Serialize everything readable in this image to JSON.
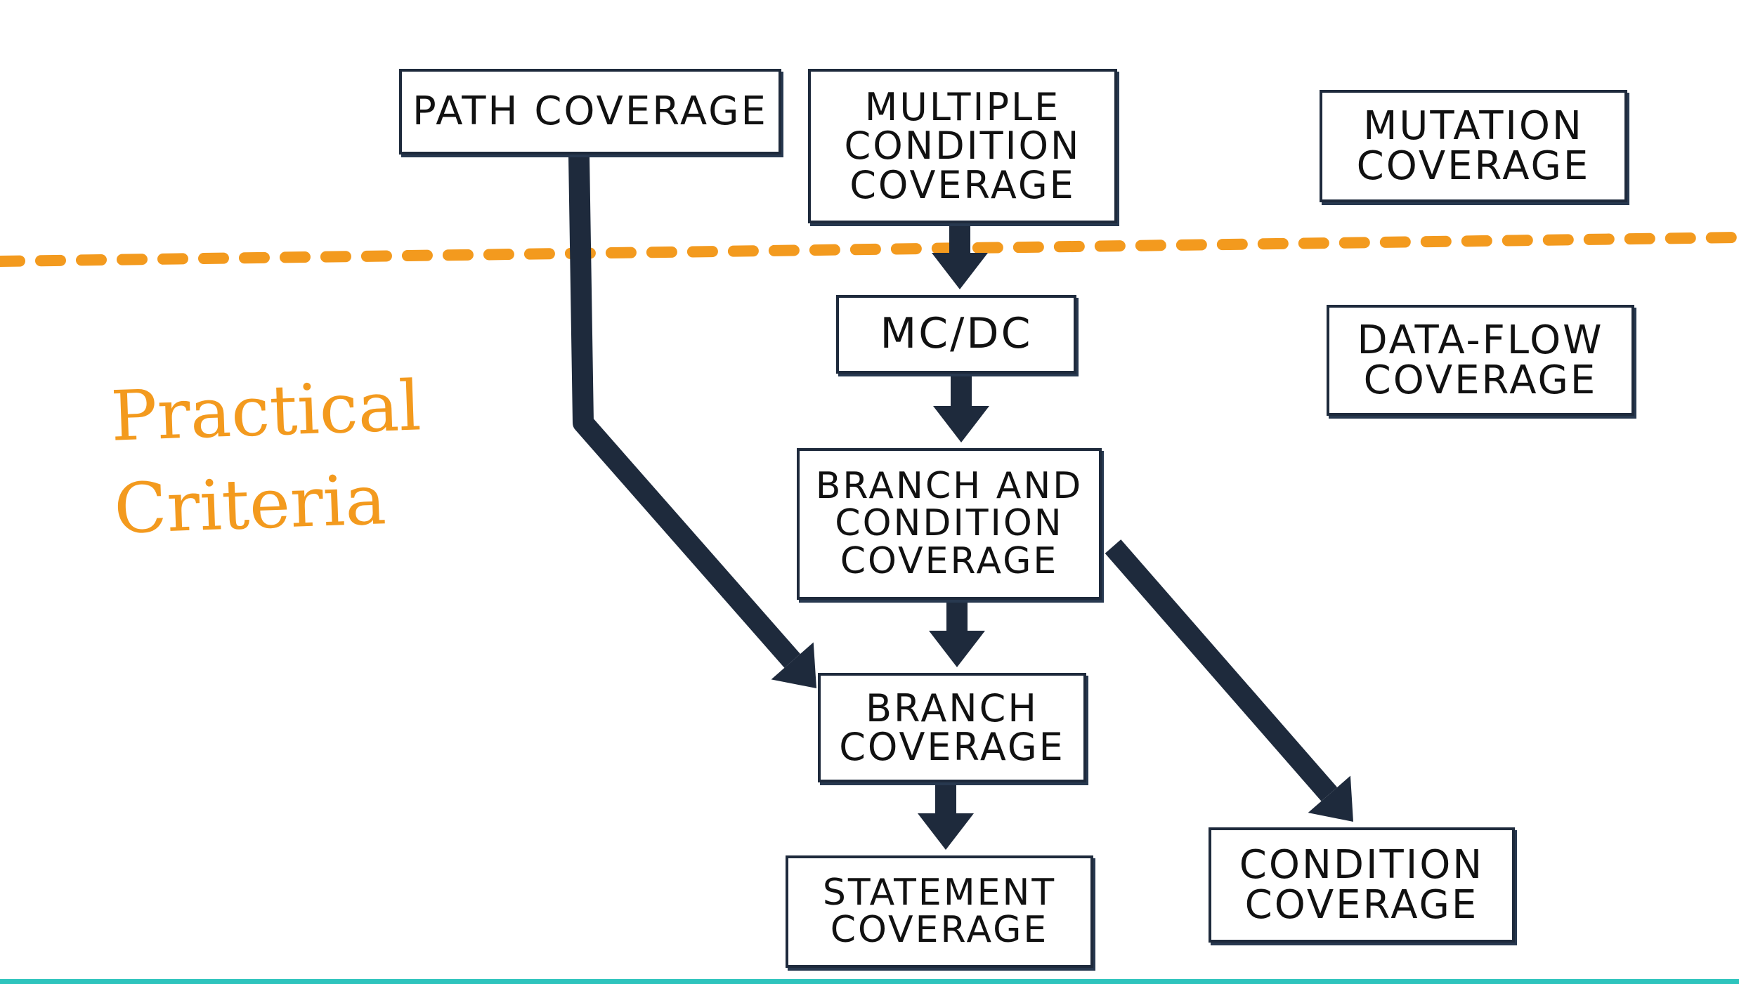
{
  "diagram": {
    "nodes": [
      {
        "id": "path",
        "label": "PATH COVERAGE"
      },
      {
        "id": "mcc",
        "label": "MULTIPLE\nCONDITION\nCOVERAGE"
      },
      {
        "id": "mutation",
        "label": "MUTATION\nCOVERAGE"
      },
      {
        "id": "mcdc",
        "label": "MC/DC"
      },
      {
        "id": "dataflow",
        "label": "DATA-FLOW\nCOVERAGE"
      },
      {
        "id": "bcc",
        "label": "BRANCH AND\nCONDITION\nCOVERAGE"
      },
      {
        "id": "branch",
        "label": "BRANCH\nCOVERAGE"
      },
      {
        "id": "statement",
        "label": "STATEMENT\nCOVERAGE"
      },
      {
        "id": "condition",
        "label": "CONDITION\nCOVERAGE"
      }
    ],
    "edges": [
      {
        "from": "mcc",
        "to": "mcdc"
      },
      {
        "from": "mcdc",
        "to": "bcc"
      },
      {
        "from": "bcc",
        "to": "branch"
      },
      {
        "from": "branch",
        "to": "statement"
      },
      {
        "from": "path",
        "to": "branch"
      },
      {
        "from": "bcc",
        "to": "condition"
      }
    ],
    "annotation": "Practical\nCriteria",
    "colors": {
      "ink": "#1e2a3c",
      "annotation": "#f39a1e",
      "divider": "#f39a1e",
      "bottom_strip": "#2ec4bd"
    }
  }
}
